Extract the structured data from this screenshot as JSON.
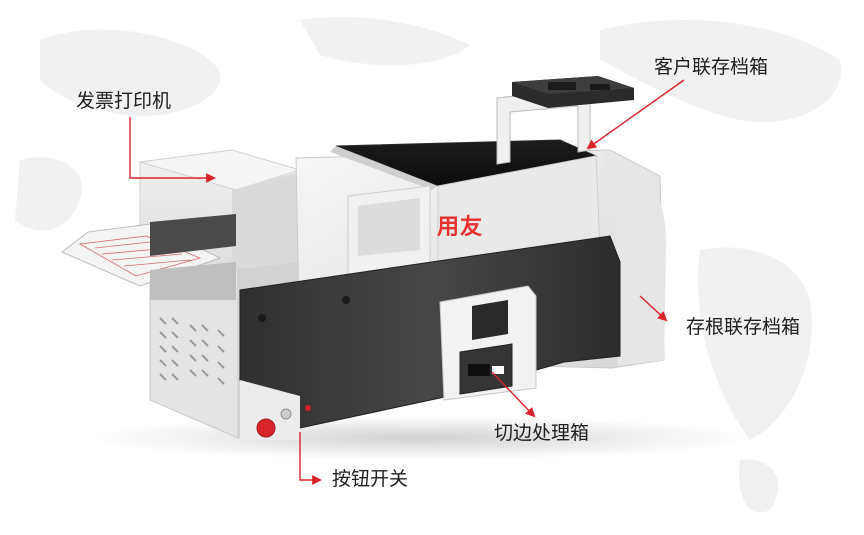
{
  "brand": {
    "logo_text": "用友",
    "logo_color": "#e8312f"
  },
  "callouts": {
    "invoice_printer": "发票打印机",
    "customer_archive_box": "客户联存档箱",
    "stub_archive_box": "存根联存档箱",
    "edge_trim_box": "切边处理箱",
    "button_switch": "按钮开关"
  },
  "colors": {
    "callout_line": "#d9232a",
    "body_light": "#ececec",
    "body_dark": "#3c3c3c",
    "emergency_button": "#d9232a"
  }
}
